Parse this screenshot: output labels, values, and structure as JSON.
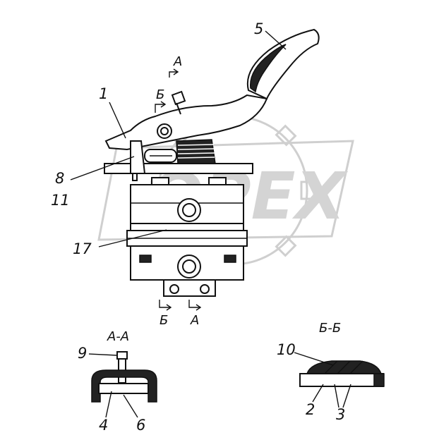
{
  "watermark": {
    "text": "OPEX"
  },
  "section_titles": {
    "aa": "А-А",
    "bb": "Б-Б"
  },
  "cut_markers": {
    "a_top": "А",
    "b_top": "Б",
    "b_bottom": "Б",
    "a_bottom": "А"
  },
  "callouts": {
    "c1": "1",
    "c5": "5",
    "c8": "8",
    "c11": "11",
    "c17": "17",
    "c9": "9",
    "c4": "4",
    "c6": "6",
    "c10": "10",
    "c2": "2",
    "c3": "3"
  }
}
